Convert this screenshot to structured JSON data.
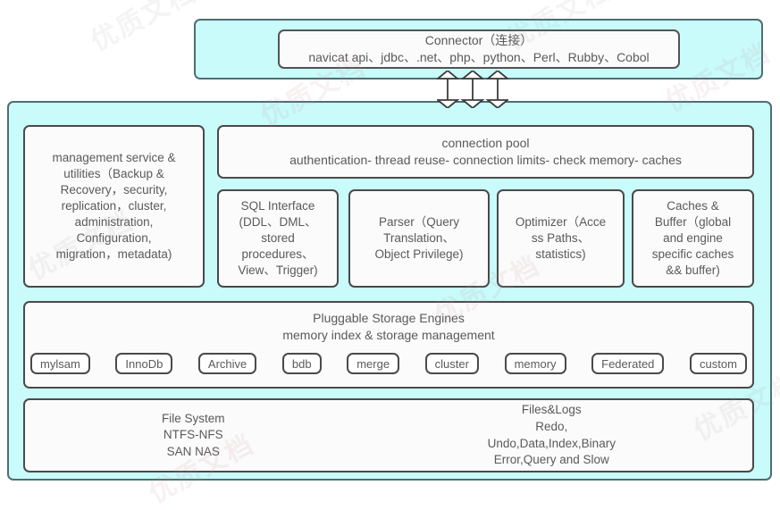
{
  "diagram": {
    "title": "MySQL Architecture Diagram",
    "colors": {
      "panel_fill": "#c9fbfb",
      "panel_border": "#4e6e70",
      "box_fill": "#fbfbfb",
      "box_border": "#4a4a4a",
      "text": "#5a5a5a",
      "background": "#ffffff"
    }
  },
  "connector": {
    "title": "Connector（连接）",
    "clients": "navicat api、jdbc、.net、php、python、Perl、Rubby、Cobol"
  },
  "arrows": {
    "description": "double-headed vertical arrows",
    "count": 3
  },
  "management": {
    "text_lines": [
      "management service &",
      "utilities（Backup &",
      "Recovery，security,",
      "replication，cluster,",
      "administration,",
      "Configuration,",
      "migration，metadata)"
    ]
  },
  "connection_pool": {
    "title": "connection pool",
    "features": "authentication- thread reuse- connection limits- check memory- caches"
  },
  "engine_layer_boxes": [
    {
      "name": "sql-interface",
      "lines": [
        "SQL Interface",
        "(DDL、DML、",
        "stored",
        "procedures、",
        "View、Trigger)"
      ]
    },
    {
      "name": "parser",
      "lines": [
        "Parser（Query",
        "Translation、",
        "Object Privilege)"
      ]
    },
    {
      "name": "optimizer",
      "lines": [
        "Optimizer（Acce",
        "ss Paths、",
        "statistics)"
      ]
    },
    {
      "name": "caches-buffer",
      "lines": [
        "Caches &",
        "Buffer（global",
        "and engine",
        "specific caches",
        "&& buffer)"
      ]
    }
  ],
  "storage": {
    "title": "Pluggable Storage Engines",
    "subtitle": "memory index & storage management",
    "engines": [
      "mylsam",
      "InnoDb",
      "Archive",
      "bdb",
      "merge",
      "cluster",
      "memory",
      "Federated",
      "custom"
    ]
  },
  "filesystem": {
    "left_lines": [
      "File System",
      "NTFS-NFS",
      "SAN NAS"
    ],
    "right_lines": [
      "Files&Logs",
      "Redo,",
      "Undo,Data,Index,Binary",
      "Error,Query and Slow"
    ]
  },
  "watermarks": [
    "优质文档",
    "优质文档",
    "优质文档",
    "优质文档",
    "优质文档",
    "优质文档",
    "优质文档",
    "优质文档"
  ]
}
